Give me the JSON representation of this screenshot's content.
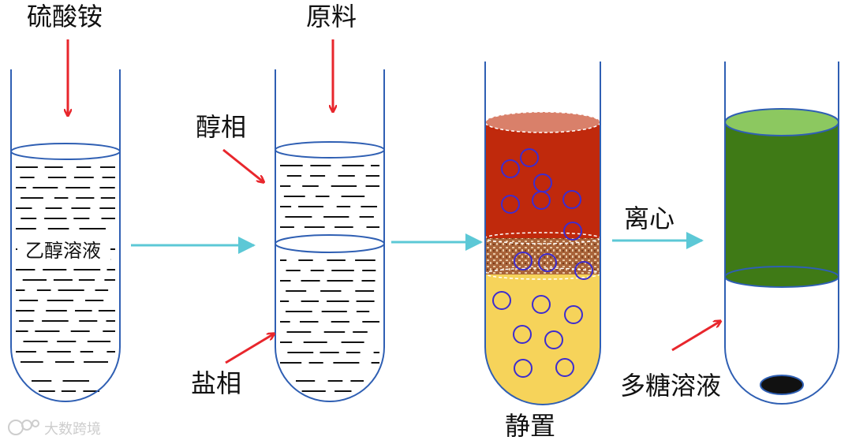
{
  "labels": {
    "ammonium_sulfate": "硫酸铵",
    "raw_material": "原料",
    "alcohol_phase": "醇相",
    "ethanol_solution": "乙醇溶液",
    "salt_phase": "盐相",
    "standing": "静置",
    "centrifuge": "离心",
    "polysaccharide_solution": "多糖溶液"
  },
  "watermark": {
    "text": "大数跨境"
  },
  "colors": {
    "tube_outline": "#2f5fb3",
    "red_arrow": "#e8262c",
    "cyan_arrow": "#5cc8d6",
    "dash_line": "#111111",
    "upper_phase": "#c0290c",
    "upper_phase_top": "#d9806a",
    "interface_band": "#a9643a",
    "lower_phase": "#f6d35a",
    "bubble": "#3d2ccf",
    "green_phase": "#3f7a16",
    "green_phase_top": "#8cc860",
    "pellet": "#111111"
  }
}
